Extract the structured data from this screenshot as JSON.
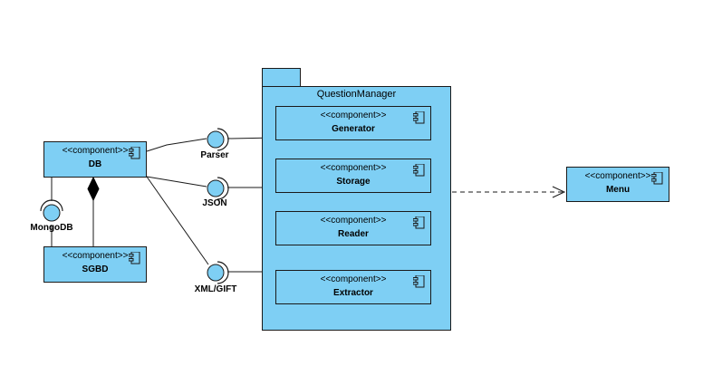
{
  "stereotype": "<<component>>",
  "components": {
    "db": "DB",
    "sgbd": "SGBD",
    "generator": "Generator",
    "storage": "Storage",
    "reader": "Reader",
    "extractor": "Extractor",
    "menu": "Menu"
  },
  "package": {
    "name": "QuestionManager"
  },
  "interfaces": {
    "parser": "Parser",
    "json": "JSON",
    "xml_gift": "XML/GIFT",
    "mongodb": "MongoDB"
  },
  "colors": {
    "component_fill": "#7ecff4",
    "stroke": "#1a1a1a",
    "background": "#ffffff"
  }
}
